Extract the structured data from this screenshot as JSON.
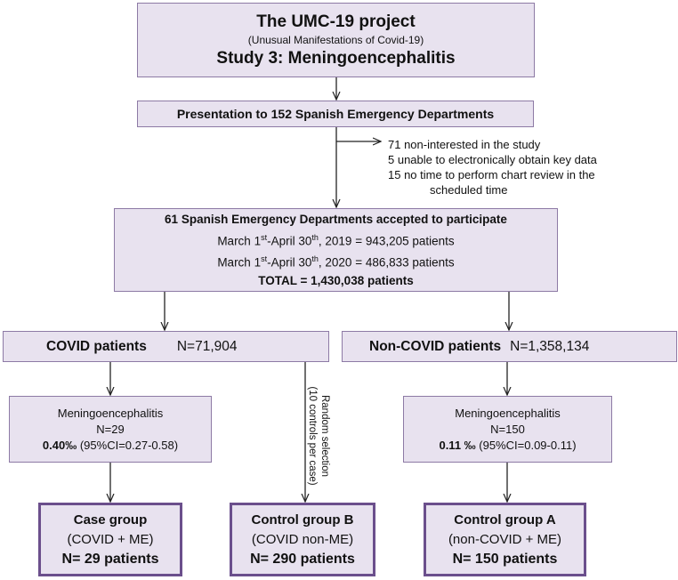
{
  "project": {
    "title": "The UMC-19 project",
    "subtitle": "(Unusual Manifestations of Covid-19)",
    "study": "Study 3: Meningoencephalitis"
  },
  "presentation": "Presentation to 152 Spanish Emergency Departments",
  "exclusions": [
    "71 non-interested in the study",
    "5 unable to electronically obtain key data",
    "15 no time to perform chart review in the",
    "scheduled time"
  ],
  "accepted": {
    "title": "61 Spanish Emergency Departments accepted to participate",
    "line1_pre": "March 1",
    "line1_sup1": "st",
    "line1_mid": "-April 30",
    "line1_sup2": "th",
    "line1_post": ", 2019 = 943,205 patients",
    "line2_pre": "March 1",
    "line2_sup1": "st",
    "line2_mid": "-April 30",
    "line2_sup2": "th",
    "line2_post": ", 2020 = 486,833 patients",
    "total_label": "TOTAL = 1,430,038 patients"
  },
  "covid": {
    "label": "COVID patients",
    "n": "N=71,904"
  },
  "noncovid": {
    "label": "Non-COVID patients",
    "n": "N=1,358,134"
  },
  "me_covid": {
    "name": "Meningoencephalitis",
    "n": "N=29",
    "rate": "0.40‰",
    "ci": " (95%CI=0.27-0.58)"
  },
  "me_noncovid": {
    "name": "Meningoencephalitis",
    "n": "N=150",
    "rate": "0.11 ‰",
    "ci": " (95%CI=0.09-0.11)"
  },
  "random_selection": {
    "line1": "Random selection",
    "line2": "(10 controls per case)"
  },
  "case_group": {
    "title": "Case group",
    "desc": "(COVID + ME)",
    "n": "N= 29 patients"
  },
  "control_b": {
    "title": "Control group B",
    "desc": "(COVID non-ME)",
    "n": "N= 290 patients"
  },
  "control_a": {
    "title": "Control group A",
    "desc": "(non-COVID + ME)",
    "n": "N= 150 patients"
  },
  "colors": {
    "box_fill": "#e8e2ef",
    "box_border": "#8d7aa5",
    "thick_border": "#6b4f8c"
  }
}
